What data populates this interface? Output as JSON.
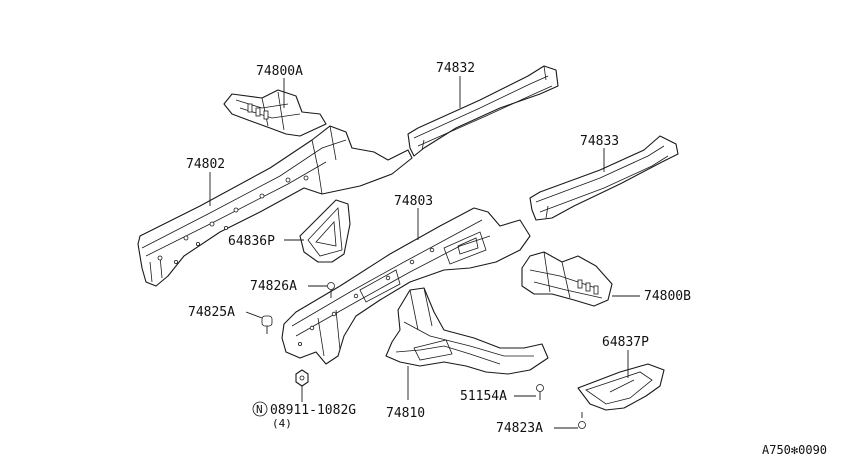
{
  "diagram": {
    "labels": {
      "p74800A": "74800A",
      "p74832": "74832",
      "p74802": "74802",
      "p74833": "74833",
      "p74803": "74803",
      "p64836P": "64836P",
      "p74826A": "74826A",
      "p74825A": "74825A",
      "p74800B": "74800B",
      "p64837P": "64837P",
      "p51154A": "51154A",
      "p74810": "74810",
      "p74823A": "74823A",
      "nut_symbol": "N",
      "nut_part": "08911-1082G",
      "nut_qty": "(4)"
    },
    "drawing_code": "A750✻0090"
  }
}
